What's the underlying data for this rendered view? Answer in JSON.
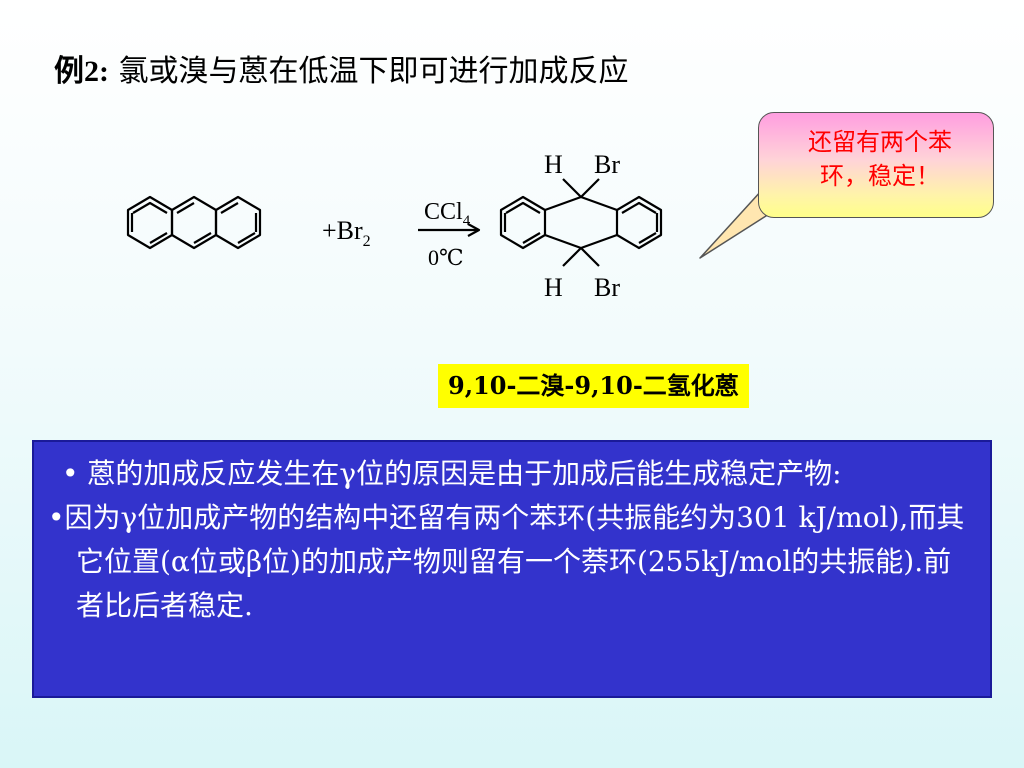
{
  "slide": {
    "title_prefix": "例2:",
    "title_text": " 氯或溴与蒽在低温下即可进行加成反应"
  },
  "callout": {
    "line1": "还留有两个苯",
    "line2": "环，稳定！",
    "text_color": "#ff0000"
  },
  "reaction": {
    "plus_reagent": "+Br",
    "reagent_sub": "2",
    "solvent": "CCl",
    "solvent_sub": "4",
    "temperature": "0℃",
    "top_h": "H",
    "top_br": "Br",
    "bottom_h": "H",
    "bottom_br": "Br"
  },
  "product_label": "9,10-二溴-9,10-二氢化蒽",
  "explanation": {
    "bullet1": "• 蒽的加成反应发生在γ位的原因是由于加成后能生成稳定产物:",
    "bullet2": "•因为γ位加成产物的结构中还留有两个苯环(共振能约为301 kJ/mol),而其它位置(α位或β位)的加成产物则留有一个萘环(255kJ/mol的共振能).前者比后者稳定.",
    "box_color": "#3333cc"
  }
}
